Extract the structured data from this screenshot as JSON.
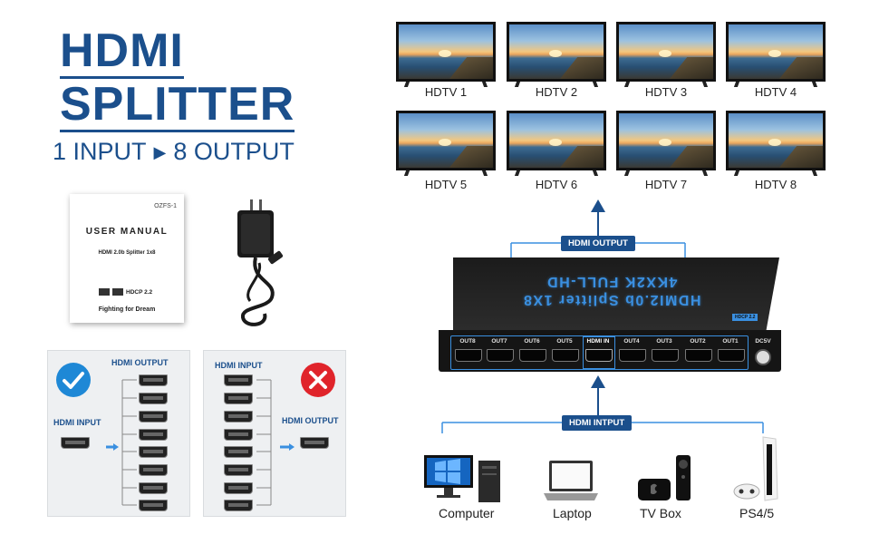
{
  "title": {
    "line1": "HDMI",
    "line2": "SPLITTER"
  },
  "subtitle": {
    "input": "1 INPUT",
    "output": "8 OUTPUT"
  },
  "manual": {
    "code": "OZFS-1",
    "heading": "USER MANUAL",
    "model": "HDMI 2.0b Splitter 1x8",
    "hdcp": "HDCP 2.2",
    "slogan": "Fighting for Dream"
  },
  "correct_panel": {
    "output_label": "HDMI OUTPUT",
    "input_label": "HDMI INPUT"
  },
  "wrong_panel": {
    "input_label": "HDMI INPUT",
    "output_label": "HDMI OUTPUT"
  },
  "tvs": [
    {
      "label": "HDTV 1"
    },
    {
      "label": "HDTV 2"
    },
    {
      "label": "HDTV 3"
    },
    {
      "label": "HDTV 4"
    },
    {
      "label": "HDTV 5"
    },
    {
      "label": "HDTV 6"
    },
    {
      "label": "HDTV 7"
    },
    {
      "label": "HDTV 8"
    }
  ],
  "splitter": {
    "top_line1": "HDMI2.0b Splitter 1X8",
    "top_line2": "4KX2K FULL-HD",
    "badge": "HDCP 2.2",
    "ports": [
      "OUT8",
      "OUT7",
      "OUT6",
      "OUT5",
      "HDMI IN",
      "OUT4",
      "OUT3",
      "OUT2",
      "OUT1"
    ],
    "dc": "DC5V"
  },
  "tags": {
    "output": "HDMI OUTPUT",
    "input": "HDMI INTPUT"
  },
  "devices": [
    {
      "label": "Computer"
    },
    {
      "label": "Laptop"
    },
    {
      "label": "TV Box"
    },
    {
      "label": "PS4/5"
    }
  ],
  "colors": {
    "brand_blue": "#1b4f8c",
    "accent_blue": "#3a8fe0",
    "ok": "#1e88d6",
    "error": "#e0242b"
  }
}
